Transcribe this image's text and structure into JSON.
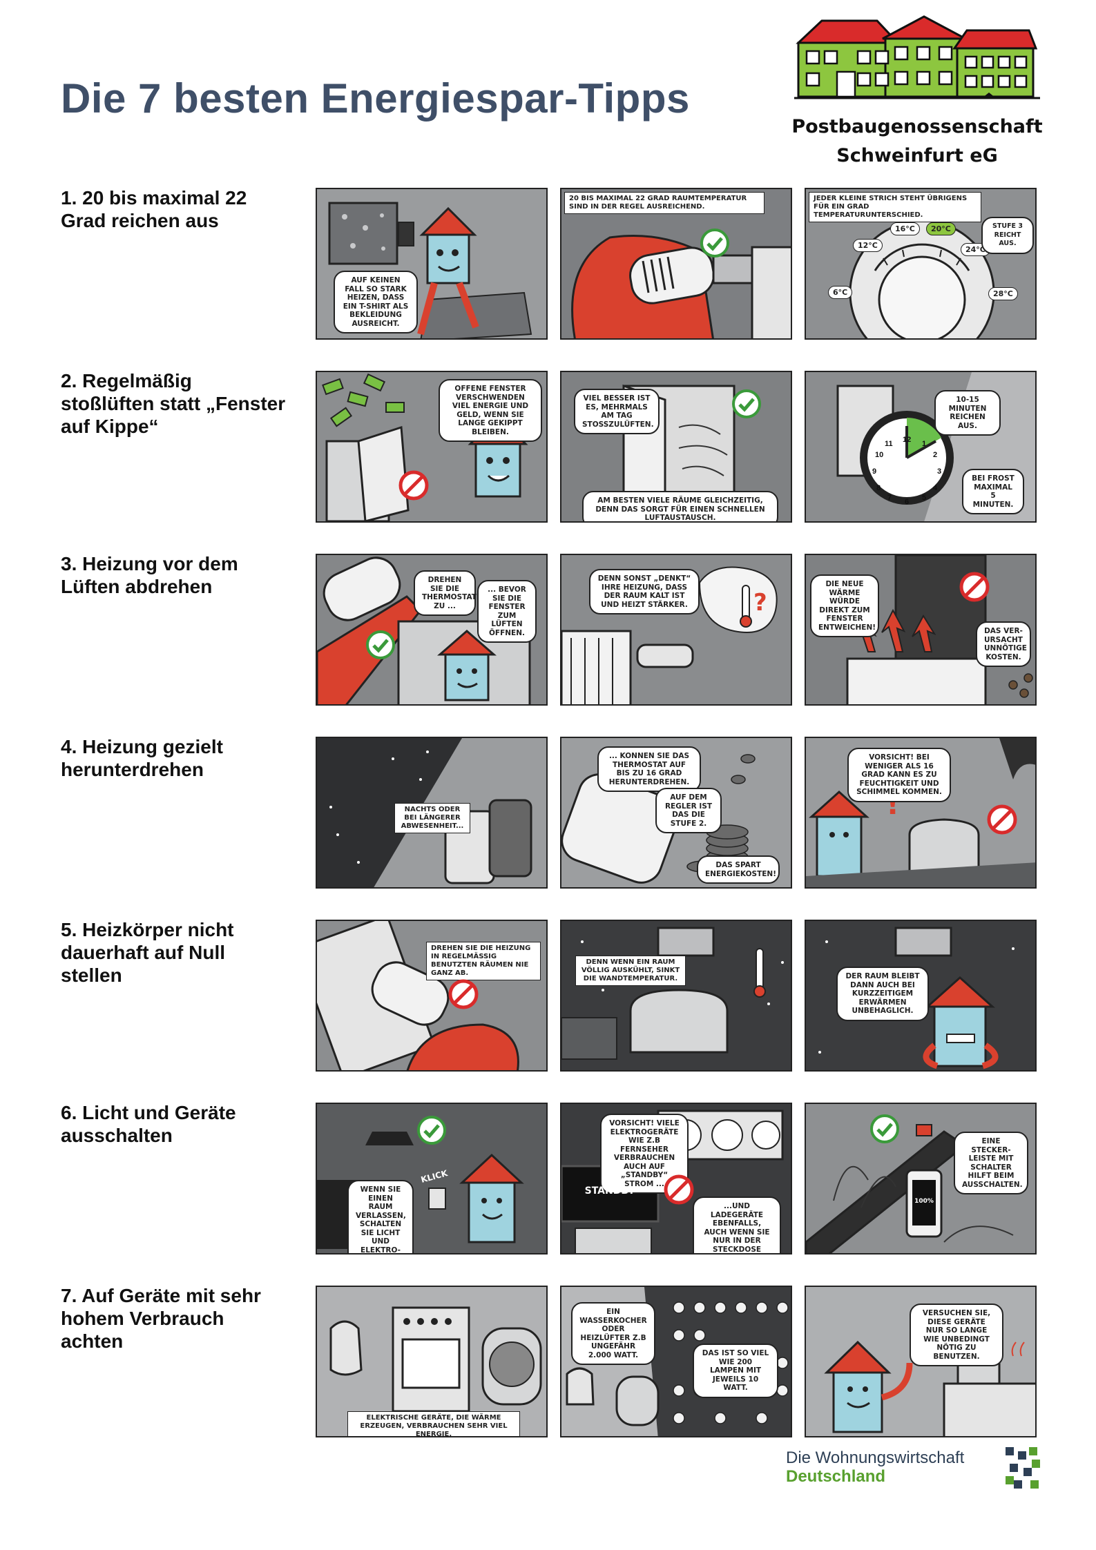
{
  "page": {
    "title": "Die 7 besten Energiespar-Tipps"
  },
  "logo": {
    "name_line1": "Postbaugenossenschaft",
    "name_line2": "Schweinfurt eG",
    "colors": {
      "green": "#8dc63f",
      "red": "#d92b2b",
      "outline": "#111111"
    }
  },
  "tips": [
    {
      "title": "1. 20 bis maximal 22 Grad reichen aus",
      "panels": [
        {
          "bubbles": [
            "AUF KEINEN FALL SO STARK HEIZEN, DASS EIN T-SHIRT ALS BEKLEIDUNG AUSREICHT."
          ]
        },
        {
          "caption": "20 BIS MAXIMAL 22 GRAD RAUMTEMPERATUR SIND IN DER REGEL AUSREICHEND.",
          "mark": "check"
        },
        {
          "caption": "JEDER KLEINE STRICH STEHT ÜBRIGENS FÜR EIN GRAD TEMPERATURUNTERSCHIED.",
          "temps": [
            "6°C",
            "12°C",
            "16°C",
            "20°C",
            "24°C",
            "28°C"
          ],
          "bubbles": [
            "STUFE 3 REICHT AUS."
          ]
        }
      ]
    },
    {
      "title": "2. Regelmäßig stoßlüften statt „Fenster auf Kippe“",
      "panels": [
        {
          "bubbles": [
            "OFFENE FENSTER VERSCHWENDEN VIEL ENERGIE UND GELD, WENN SIE LANGE GEKIPPT BLEIBEN."
          ],
          "mark": "no"
        },
        {
          "bubbles": [
            "VIEL BESSER IST ES, MEHRMALS AM TAG STOSSZULÜFTEN.",
            "AM BESTEN VIELE RÄUME GLEICHZEITIG, DENN DAS SORGT FÜR EINEN SCHNELLEN LUFTAUSTAUSCH."
          ],
          "mark": "check"
        },
        {
          "bubbles": [
            "10-15 MINUTEN REICHEN AUS.",
            "BEI FROST MAXIMAL 5 MINUTEN."
          ],
          "clock": [
            "12",
            "1",
            "2",
            "3",
            "4",
            "5",
            "6",
            "7",
            "8",
            "9",
            "10",
            "11"
          ]
        }
      ]
    },
    {
      "title": "3. Heizung vor dem Lüften abdrehen",
      "panels": [
        {
          "bubbles": [
            "DREHEN SIE DIE THERMOSTATE ZU ...",
            "... BEVOR SIE DIE FENSTER ZUM LÜFTEN ÖFFNEN."
          ],
          "mark": "check"
        },
        {
          "bubbles": [
            "DENN SONST „DENKT“ IHRE HEIZUNG, DASS DER RAUM KALT IST UND HEIZT STÄRKER."
          ]
        },
        {
          "bubbles": [
            "DIE NEUE WÄRME WÜRDE DIREKT ZUM FENSTER ENTWEICHEN!",
            "DAS VER-URSACHT UNNÖTIGE KOSTEN."
          ],
          "mark": "no"
        }
      ]
    },
    {
      "title": "4. Heizung gezielt herunterdrehen",
      "panels": [
        {
          "caption": "NACHTS ODER BEI LÄNGERER ABWESENHEIT..."
        },
        {
          "bubbles": [
            "... KONNEN SIE DAS THERMOSTAT AUF BIS ZU 16 GRAD HERUNTERDREHEN.",
            "AUF DEM REGLER IST DAS DIE STUFE 2.",
            "DAS SPART ENERGIEKOSTEN!"
          ]
        },
        {
          "bubbles": [
            "VORSICHT! BEI WENIGER ALS 16 GRAD KANN ES ZU FEUCHTIGKEIT UND SCHIMMEL KOMMEN."
          ],
          "mark": "no"
        }
      ]
    },
    {
      "title": "5. Heizkörper nicht dauerhaft auf Null stellen",
      "panels": [
        {
          "caption": "DREHEN SIE DIE HEIZUNG IN REGELMÄSSIG BENUTZTEN RÄUMEN NIE GANZ AB.",
          "mark": "no"
        },
        {
          "caption": "DENN WENN EIN RAUM VÖLLIG AUSKÜHLT, SINKT DIE WANDTEMPERATUR."
        },
        {
          "bubbles": [
            "DER RAUM BLEIBT DANN AUCH BEI KURZZEITIGEM ERWÄRMEN UNBEHAGLICH."
          ]
        }
      ]
    },
    {
      "title": "6. Licht und Geräte ausschalten",
      "panels": [
        {
          "bubbles": [
            "WENN SIE EINEN RAUM VERLASSEN, SCHALTEN SIE LICHT UND ELEKTRO-GERÄTE AUS."
          ],
          "sfx": "KLICK",
          "mark": "check"
        },
        {
          "bubbles": [
            "VORSICHT! VIELE ELEKTROGERÄTE WIE Z.B FERNSEHER VERBRAUCHEN AUCH AUF „STANDBY“ STROM ...",
            "...UND LADEGERÄTE EBENFALLS, AUCH WENN SIE NUR IN DER STECKDOSE STECKEN."
          ],
          "screen": "STANDBY",
          "mark": "no"
        },
        {
          "bubbles": [
            "EINE STECKER-LEISTE MIT SCHALTER HILFT BEIM AUSSCHALTEN."
          ],
          "phone": "100%",
          "mark": "check"
        }
      ]
    },
    {
      "title": "7. Auf Geräte mit sehr hohem Verbrauch achten",
      "panels": [
        {
          "caption": "ELEKTRISCHE GERÄTE, DIE WÄRME ERZEUGEN, VERBRAUCHEN SEHR VIEL ENERGIE."
        },
        {
          "bubbles": [
            "EIN WASSERKOCHER ODER HEIZLÜFTER Z.B UNGEFÄHR 2.000 WATT.",
            "DAS IST SO VIEL WIE 200 LAMPEN MIT JEWEILS 10 WATT."
          ]
        },
        {
          "bubbles": [
            "VERSUCHEN SIE, DIESE GERÄTE NUR SO LANGE WIE UNBEDINGT NÖTIG ZU BENUTZEN."
          ]
        }
      ]
    }
  ],
  "footer": {
    "line1": "Die Wohnungswirtschaft",
    "line2": "Deutschland"
  }
}
